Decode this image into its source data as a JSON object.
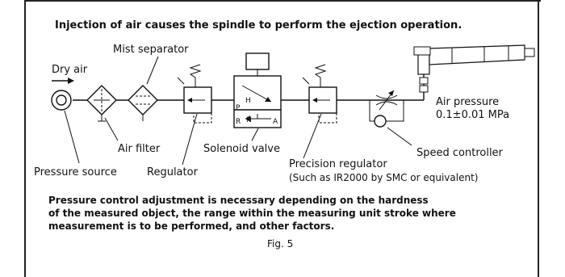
{
  "heading": "Injection of air causes the spindle to perform the ejection operation.",
  "labels": {
    "dry_air": "Dry air",
    "mist_separator": "Mist separator",
    "air_filter": "Air filter",
    "pressure_source": "Pressure source",
    "regulator": "Regulator",
    "solenoid_valve": "Solenoid valve",
    "precision_regulator": "Precision regulator",
    "precision_regulator_note": "(Such as IR2000 by SMC or equivalent)",
    "speed_controller": "Speed controller",
    "air_pressure": "Air pressure",
    "air_pressure_value": "0.1±0.01 MPa"
  },
  "valve_ports": {
    "p": "P",
    "r": "R",
    "a": "A",
    "h1": "H",
    "h2": "H"
  },
  "note_lines": [
    "Pressure control adjustment is necessary depending on the hardness",
    "of the measured object, the range within the measuring unit stroke where",
    "measurement is to be performed, and other factors."
  ],
  "figure_label": "Fig. 5"
}
